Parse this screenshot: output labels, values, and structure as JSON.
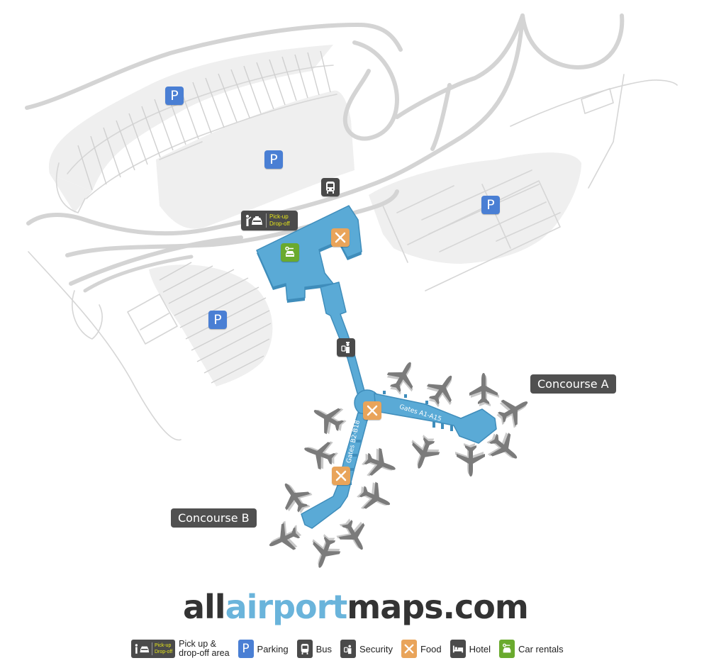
{
  "map": {
    "colors": {
      "terminal": "#5aaad6",
      "terminal_edge": "#3f8dbb",
      "road": "#d4d4d4",
      "parking_lot": "#efefef",
      "airplane": "#7b7b7b",
      "parking_icon": "#4a7fd4",
      "dark_icon": "#4a4a4a",
      "food_icon": "#e9a45a",
      "car_rental_icon": "#6aaa2e",
      "pickup_text": "#e5e51a",
      "brand_dark": "#333333",
      "brand_blue": "#6ab4db"
    },
    "pickup_badge": {
      "line1": "Pick-up",
      "line2": "Drop-off",
      "icon": "person-taxi-icon"
    },
    "parking_markers": [
      {
        "label": "P",
        "icon": "parking-icon"
      },
      {
        "label": "P",
        "icon": "parking-icon"
      },
      {
        "label": "P",
        "icon": "parking-icon"
      },
      {
        "label": "P",
        "icon": "parking-icon"
      }
    ],
    "concourses": [
      {
        "name": "Concourse A",
        "gates": "Gates A1-A15"
      },
      {
        "name": "Concourse B",
        "gates": "Gates B2-B18"
      }
    ]
  },
  "brand": {
    "part1": "all",
    "part2": "airport",
    "part3": "maps.com"
  },
  "legend": {
    "items": [
      {
        "icon": "pickup-dropoff-icon",
        "badge_line1": "Pick-up",
        "badge_line2": "Drop-off",
        "label_line1": "Pick up &",
        "label_line2": "drop-off area"
      },
      {
        "icon": "parking-icon",
        "glyph": "P",
        "label": "Parking"
      },
      {
        "icon": "bus-icon",
        "label": "Bus"
      },
      {
        "icon": "security-icon",
        "label": "Security"
      },
      {
        "icon": "food-icon",
        "label": "Food"
      },
      {
        "icon": "hotel-icon",
        "label": "Hotel"
      },
      {
        "icon": "car-rental-icon",
        "label": "Car rentals"
      }
    ]
  }
}
